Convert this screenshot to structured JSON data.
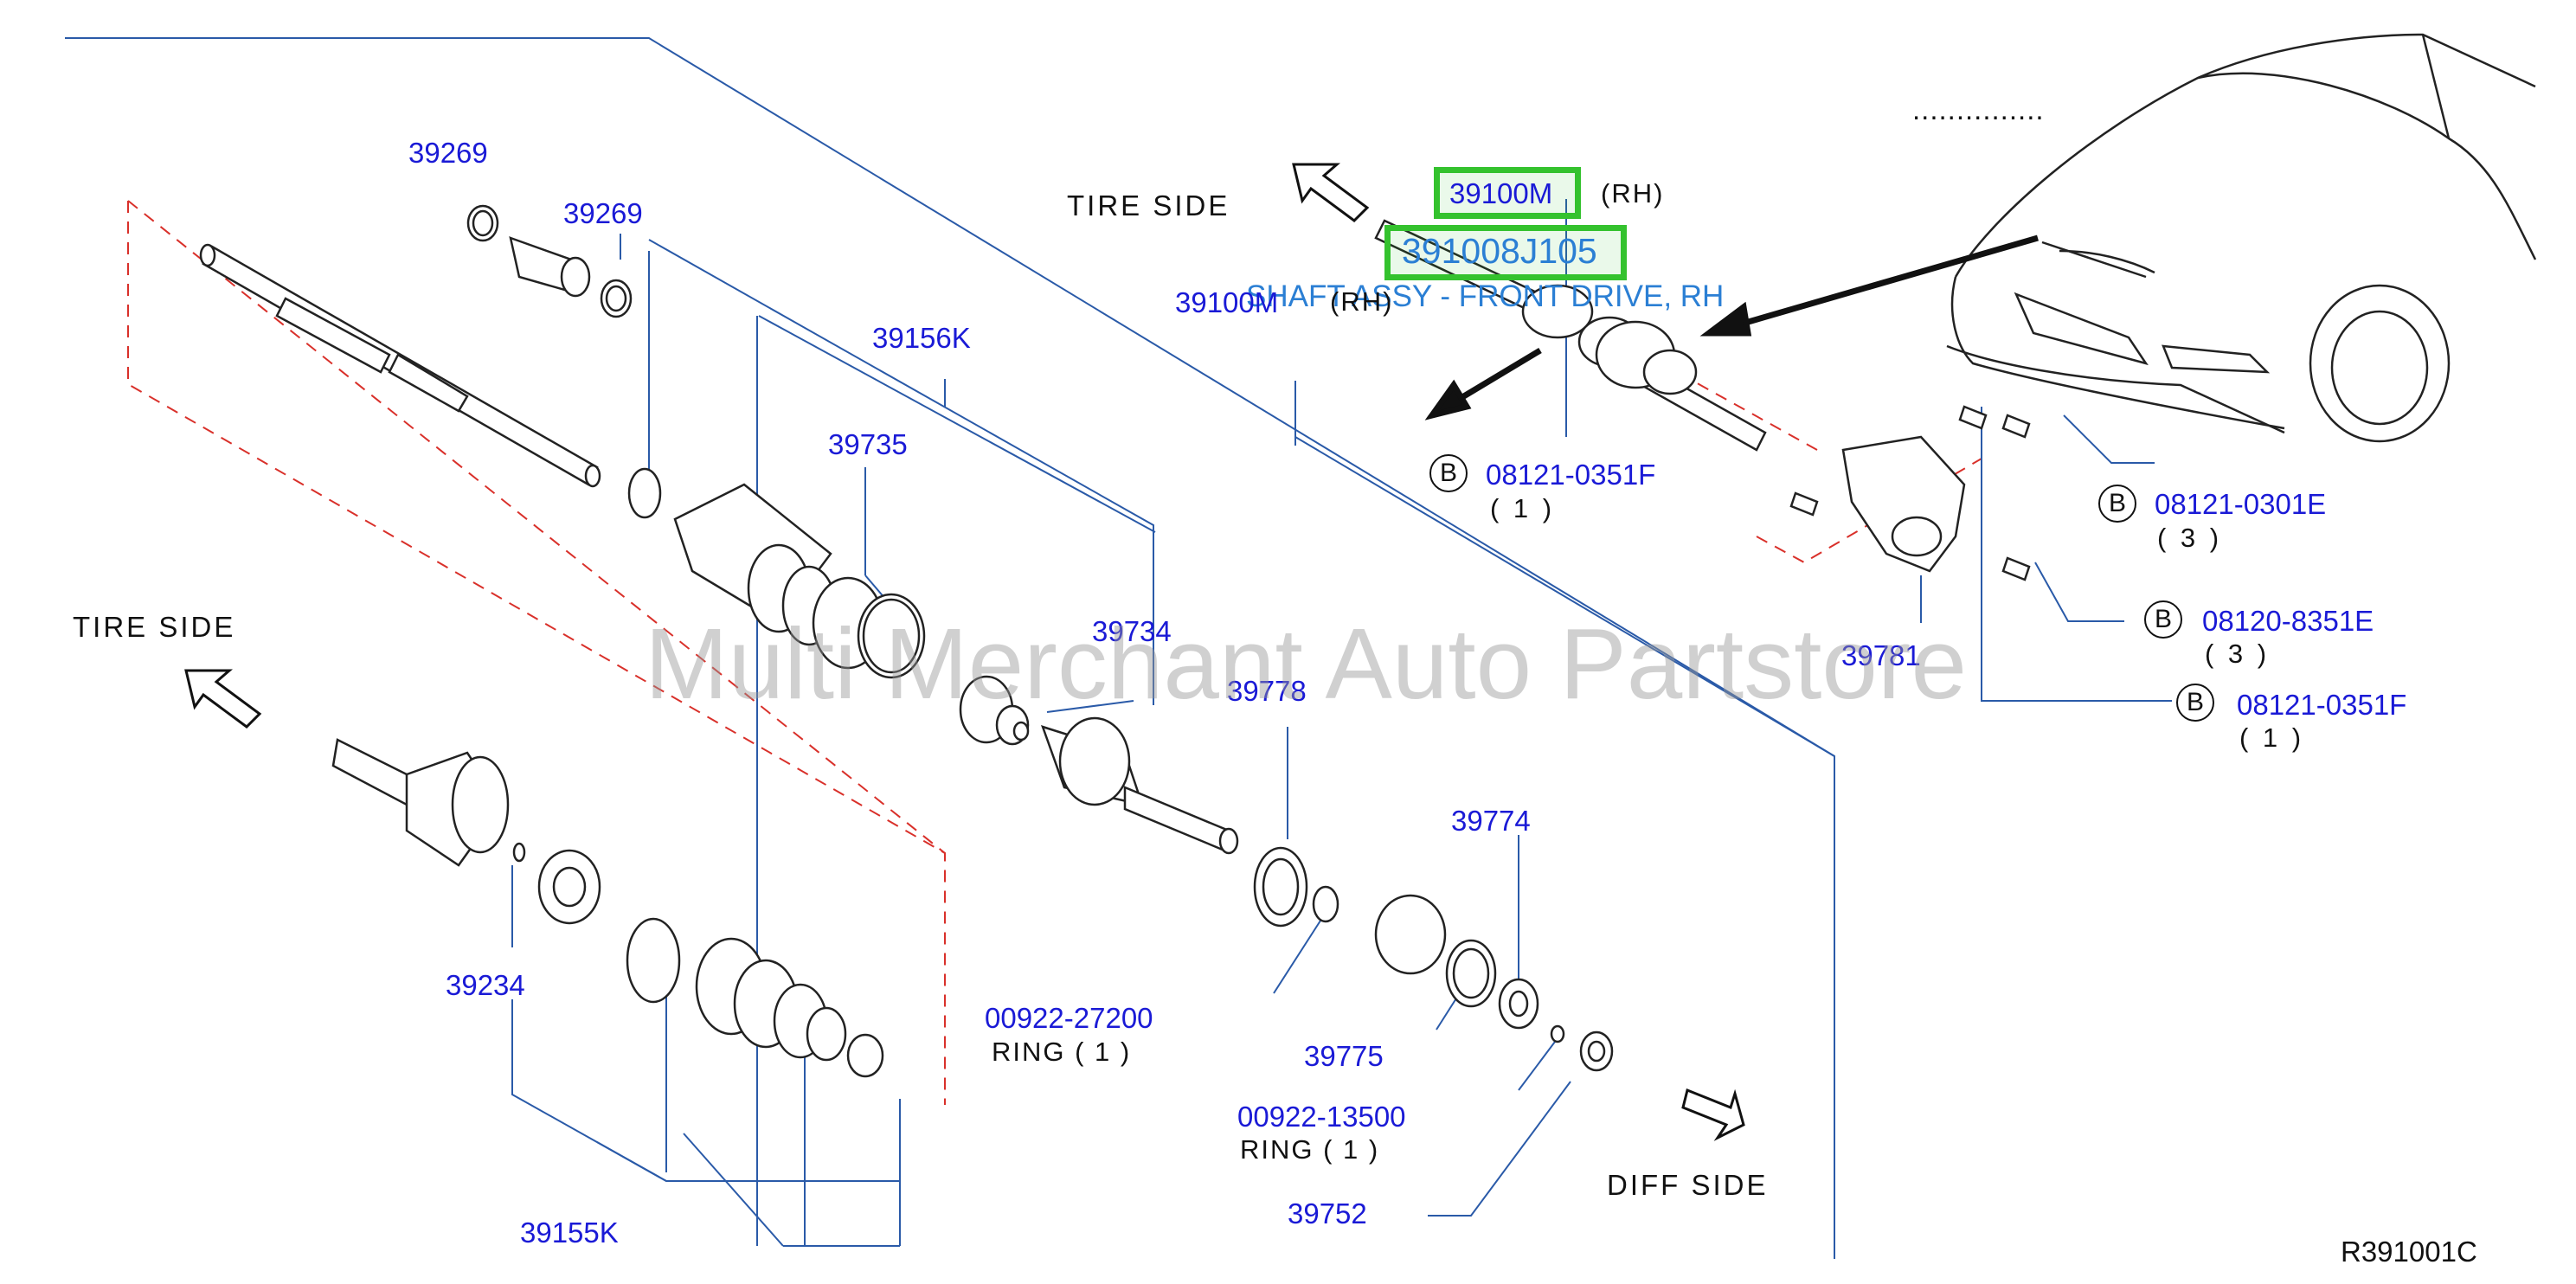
{
  "labels": {
    "tire_side_top": "TIRE  SIDE",
    "tire_side_left": "TIRE  SIDE",
    "diff_side": "DIFF  SIDE",
    "ref_code": "R391001C",
    "dots": "..............."
  },
  "highlight": {
    "part_code": "39100M",
    "part_number": "391008J105",
    "shaft_name": "SHAFT ASSY - FRONT DRIVE, RH"
  },
  "parts": {
    "p39269_a": "39269",
    "p39269_b": "39269",
    "p39156K": "39156K",
    "p39735": "39735",
    "p39734": "39734",
    "p39778": "39778",
    "p39774": "39774",
    "p39775": "39775",
    "p39752": "39752",
    "p39234": "39234",
    "p39155K": "39155K",
    "p39781": "39781",
    "p39100M_mid": "39100M",
    "ring1_pn": "00922-27200",
    "ring1_desc": "RING    ( 1 )",
    "ring2_pn": "00922-13500",
    "ring2_desc": "RING    ( 1 )"
  },
  "rh": {
    "rh_top": "(RH)",
    "rh_mid": "(RH)"
  },
  "bolts": [
    {
      "letter": "B",
      "part": "08121-0351F",
      "qty": "( 1 )"
    },
    {
      "letter": "B",
      "part": "08121-0301E",
      "qty": "( 3 )"
    },
    {
      "letter": "B",
      "part": "08120-8351E",
      "qty": "( 3 )"
    },
    {
      "letter": "B",
      "part": "08121-0351F",
      "qty": "( 1 )"
    }
  ],
  "watermark": "Multi Merchant Auto Partstore",
  "colors": {
    "part_blue": "#1a1ad6",
    "leader_blue": "#2a5aa8",
    "highlight_green": "#34c22e",
    "highlight_text": "#2b7fd4",
    "dash_red": "#d9302a"
  }
}
